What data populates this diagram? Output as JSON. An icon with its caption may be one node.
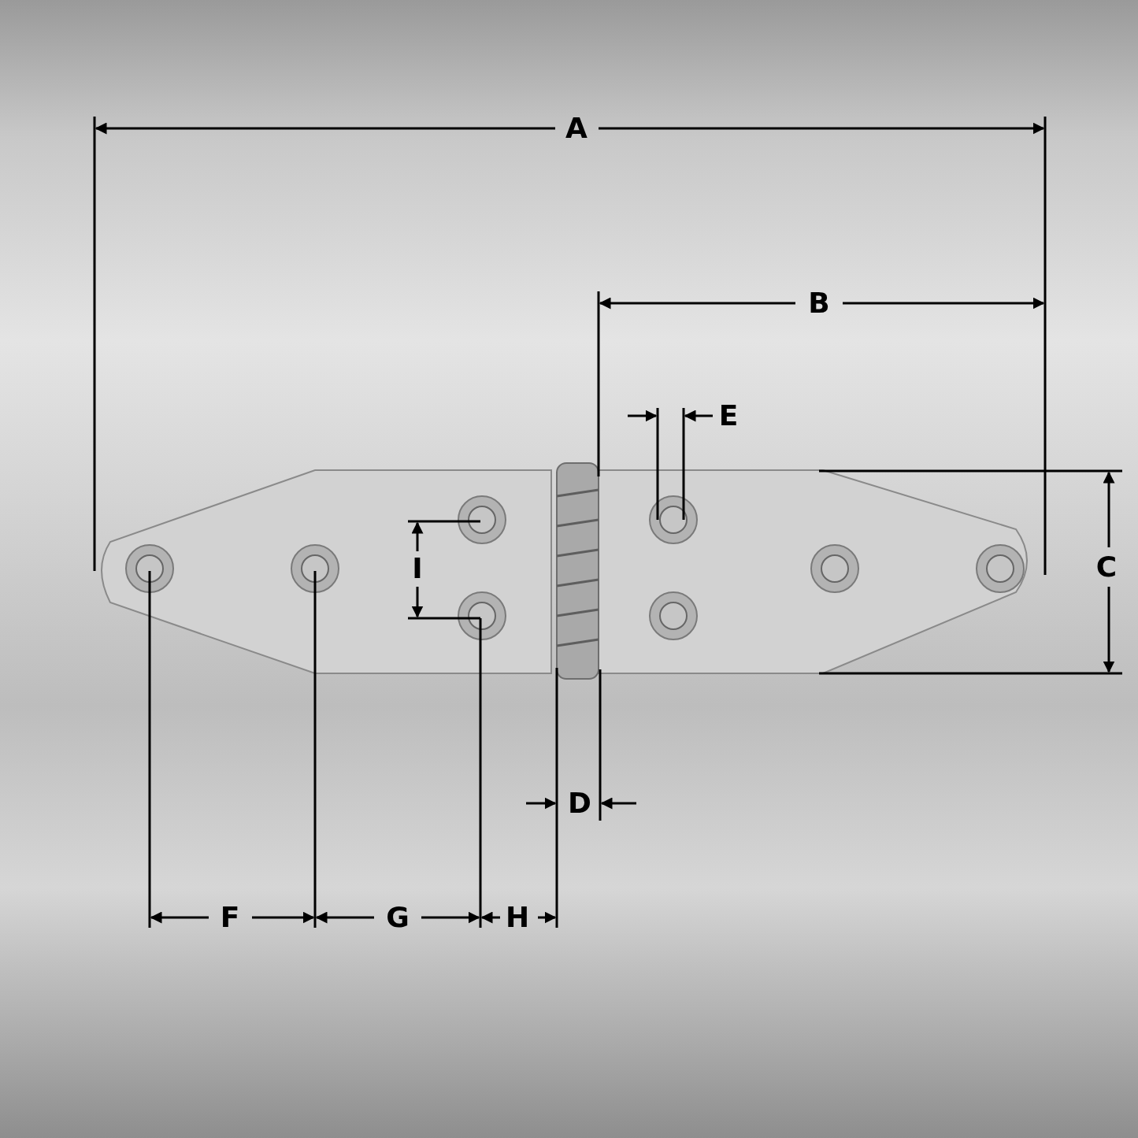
{
  "diagram": {
    "labels": [
      "A",
      "B",
      "E",
      "I",
      "C",
      "D",
      "F",
      "G",
      "H"
    ]
  }
}
